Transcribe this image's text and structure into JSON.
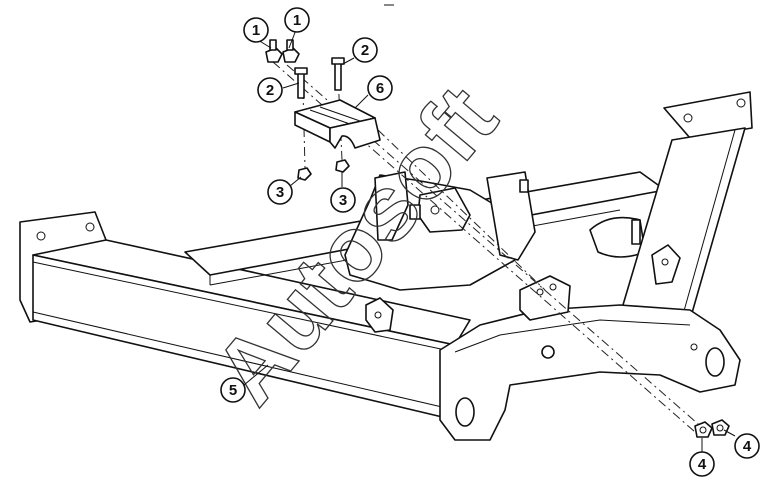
{
  "diagram": {
    "watermark": "Autosoft",
    "callouts": [
      {
        "id": "c1a",
        "label": "1"
      },
      {
        "id": "c1b",
        "label": "1"
      },
      {
        "id": "c2a",
        "label": "2"
      },
      {
        "id": "c2b",
        "label": "2"
      },
      {
        "id": "c3a",
        "label": "3"
      },
      {
        "id": "c3b",
        "label": "3"
      },
      {
        "id": "c4a",
        "label": "4"
      },
      {
        "id": "c4b",
        "label": "4"
      },
      {
        "id": "c5",
        "label": "5"
      },
      {
        "id": "c6",
        "label": "6"
      }
    ]
  }
}
